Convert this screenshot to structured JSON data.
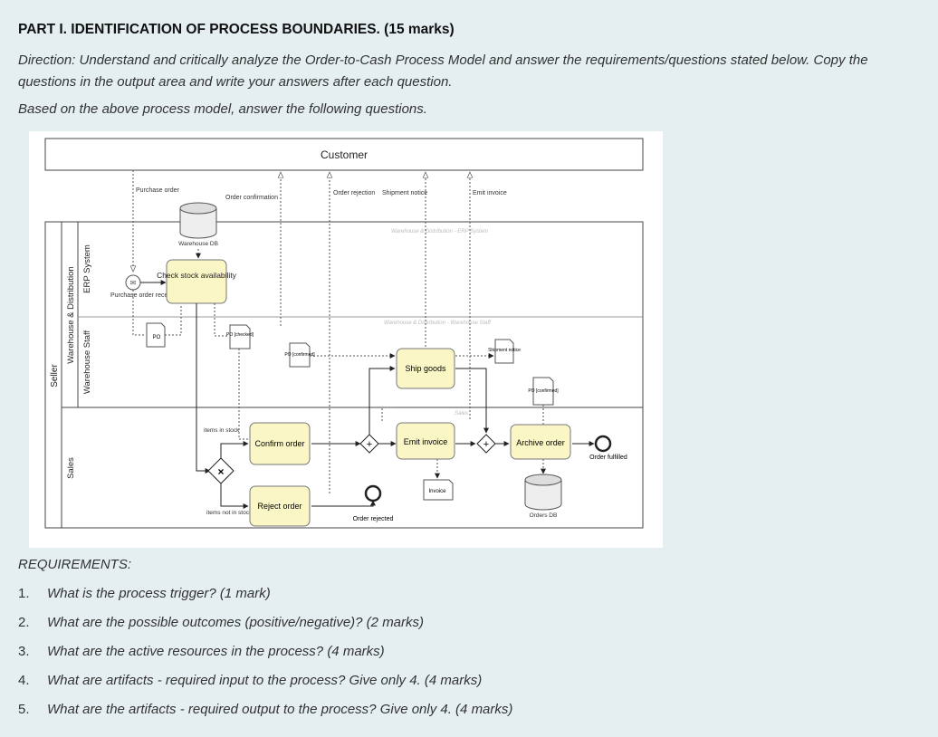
{
  "heading": "PART I. IDENTIFICATION OF PROCESS BOUNDARIES. (15 marks)",
  "direction": "Direction: Understand and critically analyze the Order-to-Cash Process Model and answer the requirements/questions stated below.  Copy the questions in the output area and write your answers after each question.",
  "based_on": "Based on the above process model, answer the following questions.",
  "diagram": {
    "pool_customer": "Customer",
    "pool_seller": "Seller",
    "lane_wd": "Warehouse & Distribution",
    "lane_sales": "Sales",
    "lane_erp": "ERP System",
    "lane_staff": "Warehouse Staff",
    "msg_purchase_order": "Purchase order",
    "msg_order_confirmation": "Order confirmation",
    "msg_order_rejection": "Order rejection",
    "msg_shipment_notice": "Shipment notice",
    "msg_emit_invoice": "Emit invoice",
    "warehouse_db": "Warehouse DB",
    "orders_db": "Orders DB",
    "task_check_stock": "Check stock availability",
    "task_confirm_order": "Confirm order",
    "task_reject_order": "Reject order",
    "task_ship_goods": "Ship goods",
    "task_emit_invoice": "Emit invoice",
    "task_archive_order": "Archive order",
    "event_po_received": "Purchase order received",
    "event_order_rejected": "Order rejected",
    "event_order_fulfilled": "Order fulfilled",
    "doc_po": "PO",
    "doc_po_checked": "PO [checked]",
    "doc_po_confirmed": "PO [confirmed]",
    "doc_shipment_notice": "Shipment notice",
    "doc_invoice": "Invoice",
    "label_items_in_stock": "items in stock",
    "label_items_not_in_stock": "items not in stock",
    "faint_wd_erp": "Warehouse & Distribution - ERP System",
    "faint_wd_staff": "Warehouse & Distribution - Warehouse Staff",
    "faint_sales": "Sales"
  },
  "requirements_title": "REQUIREMENTS:",
  "questions": [
    {
      "num": "1.",
      "text": "What is the process trigger? (1 mark)"
    },
    {
      "num": "2.",
      "text": "What are the possible outcomes (positive/negative)? (2 marks)"
    },
    {
      "num": "3.",
      "text": "What are the active resources in the process? (4 marks)"
    },
    {
      "num": "4.",
      "text": "What are artifacts - required input to the process? Give only 4. (4 marks)"
    },
    {
      "num": "5.",
      "text": "What are the artifacts - required output to the process? Give only 4. (4 marks)"
    }
  ]
}
